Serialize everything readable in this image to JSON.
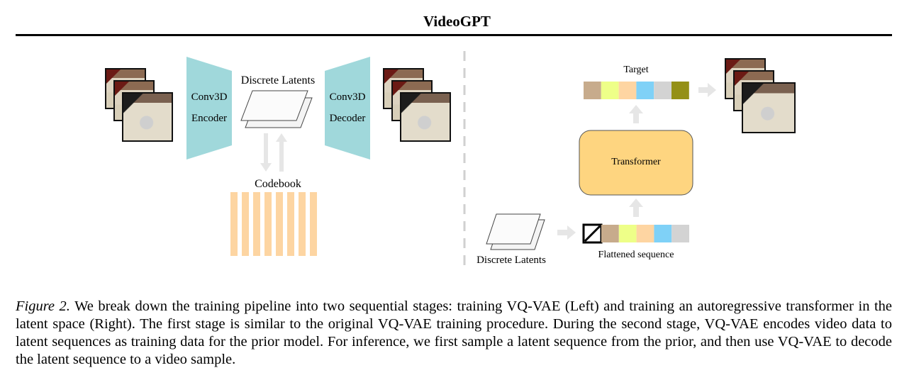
{
  "header": {
    "title": "VideoGPT"
  },
  "left": {
    "encoder_label": [
      "Conv3D",
      "Encoder"
    ],
    "decoder_label": [
      "Conv3D",
      "Decoder"
    ],
    "discrete_latents_label": "Discrete Latents",
    "codebook_label": "Codebook",
    "codebook_color": "#fdd5a2"
  },
  "right": {
    "target_label": "Target",
    "transformer_label": "Transformer",
    "flattened_label": "Flattened sequence",
    "discrete_latents_label": "Discrete Latents",
    "transformer_color": "#fed580",
    "target_colors": [
      "#c7ab8c",
      "#eeff88",
      "#fed5a2",
      "#7fd1f7",
      "#d3d3d3",
      "#949016"
    ],
    "sequence_colors": [
      "#c7ab8c",
      "#eeff88",
      "#fed5a2",
      "#7fd1f7",
      "#d3d3d3"
    ],
    "conv_color": "#a0d8db"
  },
  "caption": {
    "lead": "Figure 2.",
    "text": " We break down the training pipeline into two sequential stages: training VQ-VAE (Left) and training an autoregressive transformer in the latent space (Right). The first stage is similar to the original VQ-VAE training procedure. During the second stage, VQ-VAE encodes video data to latent sequences as training data for the prior model. For inference, we first sample a latent sequence from the prior, and then use VQ-VAE to decode the latent sequence to a video sample."
  }
}
